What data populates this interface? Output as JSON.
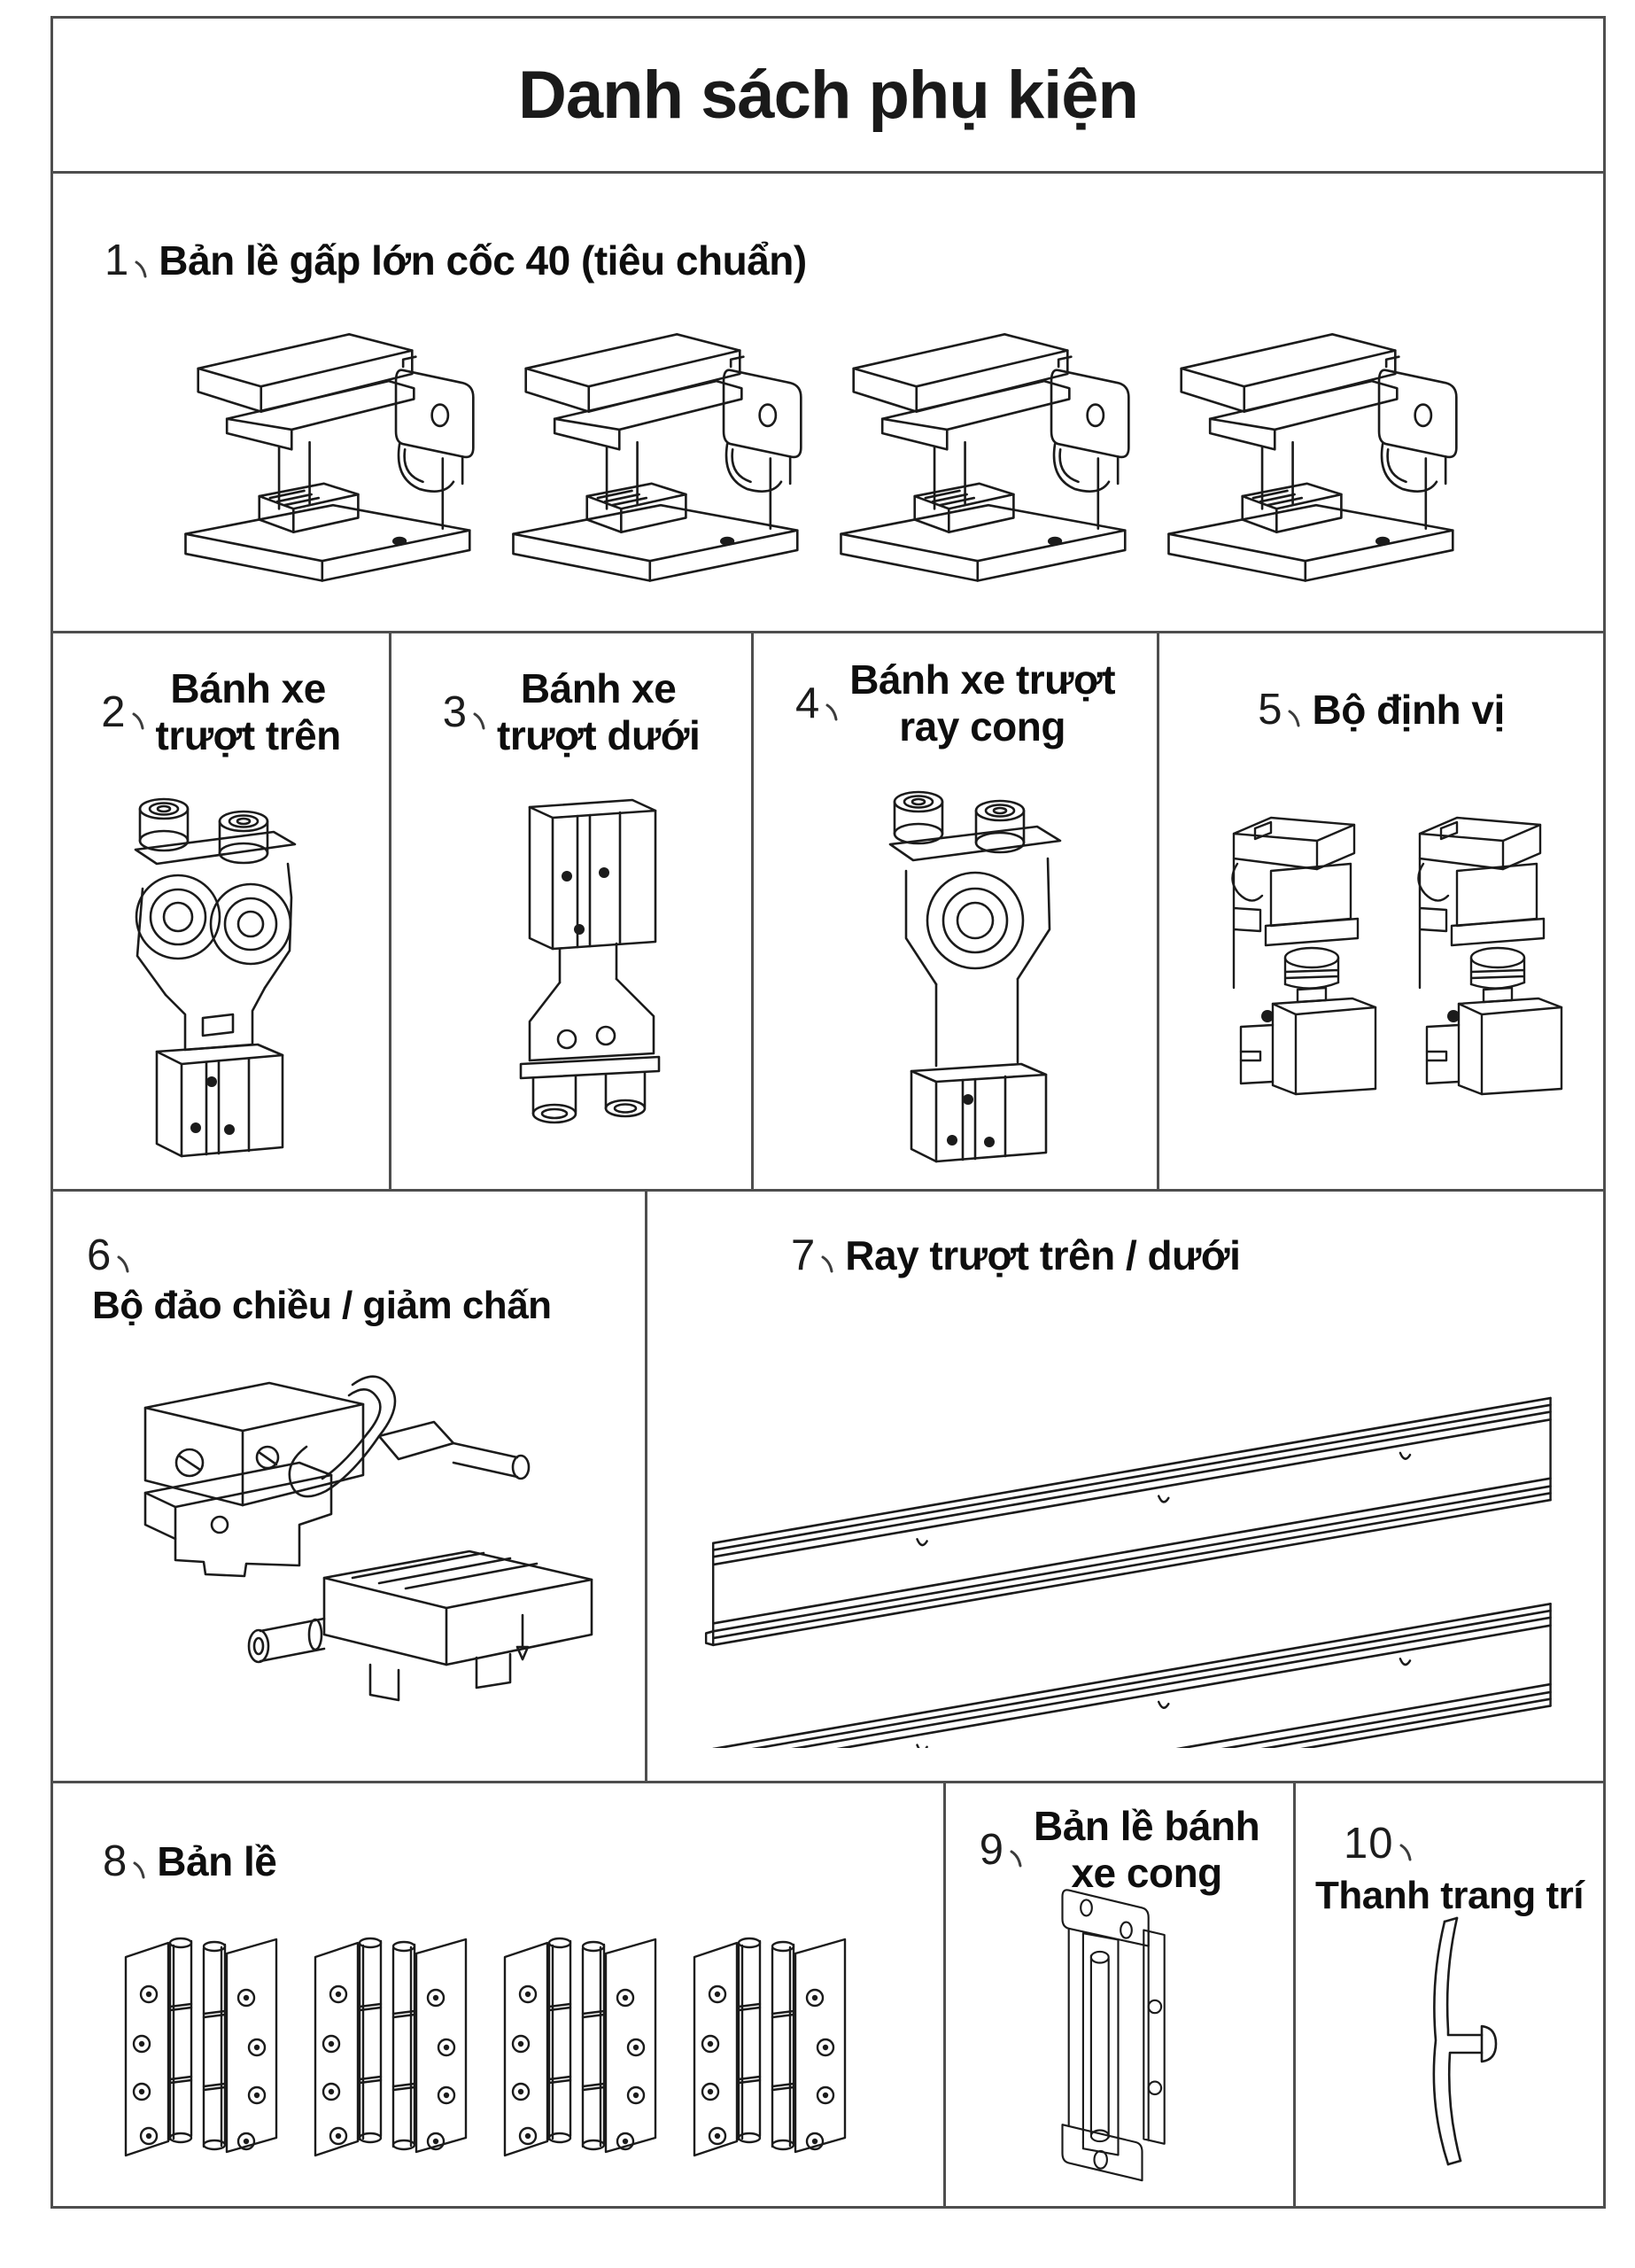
{
  "page": {
    "title": "Danh sách phụ kiện",
    "enumerator": "、"
  },
  "items": [
    {
      "number": "1",
      "label": "Bản lề gấp lớn cốc 40 (tiêu chuẩn)",
      "drawing": "folding-hinge",
      "count": 4
    },
    {
      "number": "2",
      "line1": "Bánh xe",
      "line2": "trượt trên",
      "drawing": "top-roller-trolley",
      "count": 1
    },
    {
      "number": "3",
      "line1": "Bánh xe",
      "line2": "trượt dưới",
      "drawing": "bottom-roller-trolley",
      "count": 1
    },
    {
      "number": "4",
      "line1": "Bánh xe trượt",
      "line2": "ray cong",
      "drawing": "curved-rail-trolley",
      "count": 1
    },
    {
      "number": "5",
      "label": "Bộ định vị",
      "drawing": "positioner-block",
      "count": 2
    },
    {
      "number": "6",
      "label": "Bộ đảo chiều / giảm chấn",
      "drawing": "reverser-and-damper",
      "count": 1
    },
    {
      "number": "7",
      "label": "Ray trượt trên / dưới",
      "drawing": "sliding-rails",
      "count": 2
    },
    {
      "number": "8",
      "label": "Bản lề",
      "drawing": "leaf-hinge",
      "count": 4
    },
    {
      "number": "9",
      "line1": "Bản lề bánh",
      "line2": "xe cong",
      "drawing": "curved-wheel-hinge",
      "count": 1
    },
    {
      "number": "10",
      "label": "Thanh trang trí",
      "drawing": "trim-strip-profile",
      "count": 1
    }
  ]
}
